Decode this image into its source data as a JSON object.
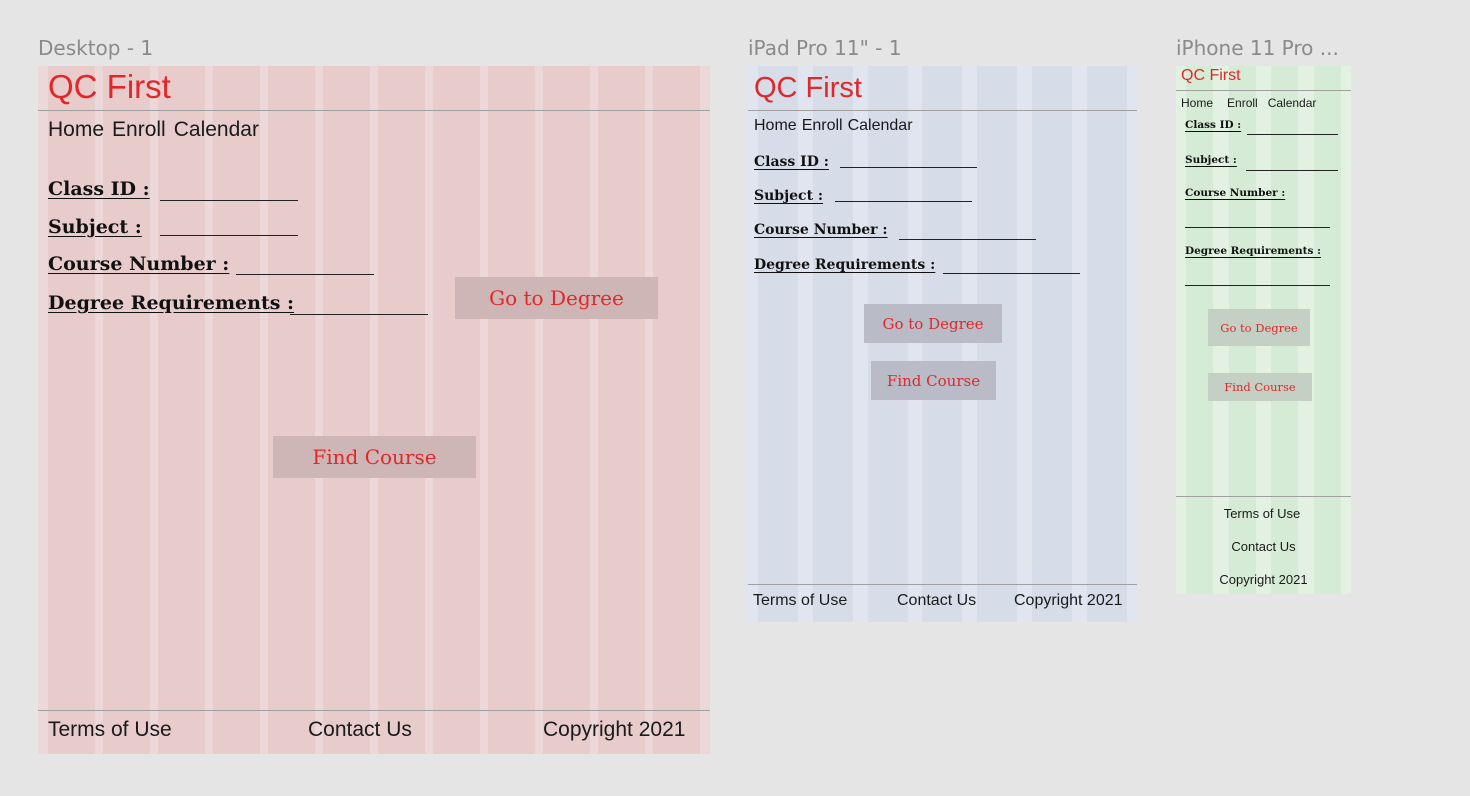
{
  "frames": {
    "desktop": {
      "label": "Desktop - 1",
      "bg": "#ecd8d8",
      "col": "#e8cccc",
      "logo": "QC First",
      "nav": [
        "Home",
        "Enroll",
        "Calendar"
      ],
      "fields": [
        "Class ID :",
        "Subject :",
        "Course Number :",
        "Degree Requirements :"
      ],
      "buttons": {
        "go_to_degree": "Go to Degree",
        "find_course": "Find Course"
      },
      "footer": [
        "Terms of Use",
        "Contact Us",
        "Copyright 2021"
      ]
    },
    "ipad": {
      "label": "iPad Pro 11\" - 1",
      "bg": "#e1e5ef",
      "col": "#d6dde9",
      "logo": "QC First",
      "nav": [
        "Home",
        "Enroll",
        "Calendar"
      ],
      "fields": [
        "Class ID :",
        "Subject :",
        "Course Number :",
        "Degree Requirements :"
      ],
      "buttons": {
        "go_to_degree": "Go to Degree",
        "find_course": "Find Course"
      },
      "footer": [
        "Terms of Use",
        "Contact Us",
        "Copyright 2021"
      ]
    },
    "iphone": {
      "label": "iPhone 11 Pro ...",
      "bg": "#e2f1e2",
      "col": "#d6ebd6",
      "logo": "QC First",
      "nav": [
        "Home",
        "Enroll",
        "Calendar"
      ],
      "fields": [
        "Class ID :",
        "Subject :",
        "Course Number :",
        "Degree Requirements :"
      ],
      "buttons": {
        "go_to_degree": "Go to Degree",
        "find_course": "Find Course"
      },
      "footer": [
        "Terms of Use",
        "Contact Us",
        "Copyright 2021"
      ]
    }
  },
  "colors": {
    "accent": "#e0282a",
    "button_bg": "#a0a0a0"
  }
}
